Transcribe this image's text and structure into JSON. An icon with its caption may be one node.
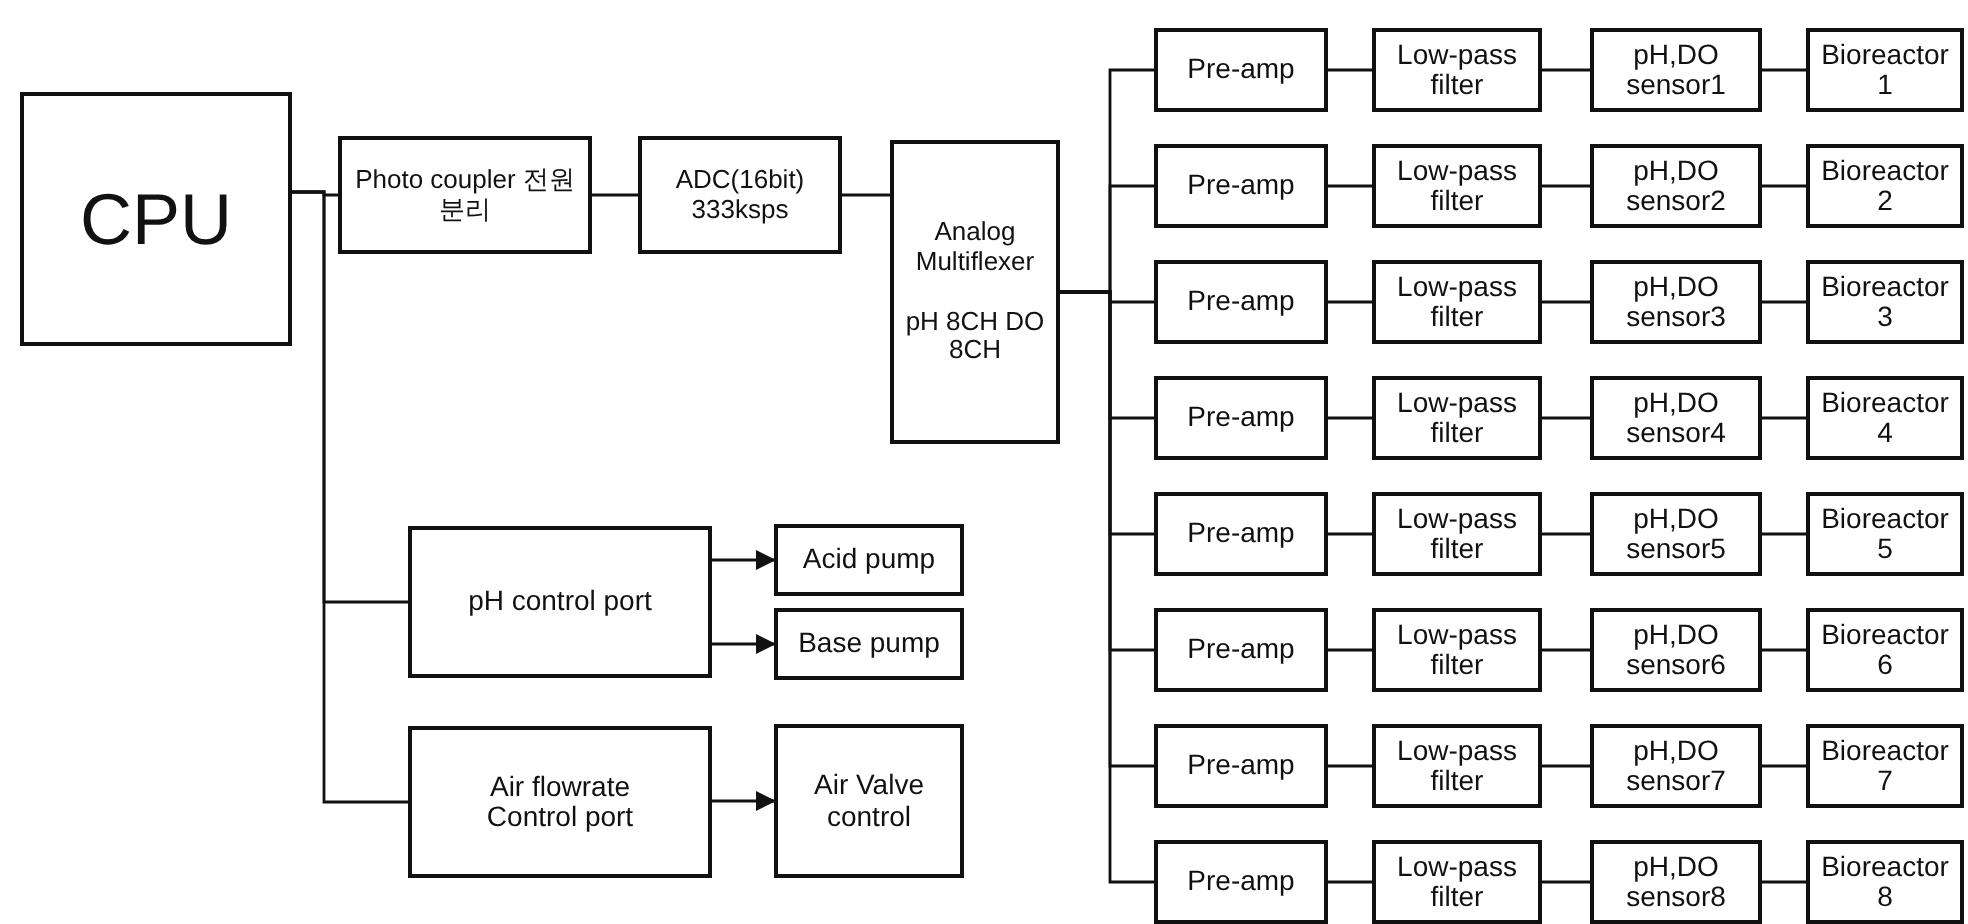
{
  "diagram": {
    "nodes": [
      {
        "text": [
          "CPU"
        ]
      },
      {
        "text": [
          "Photo coupler 전원분리"
        ]
      },
      {
        "text": [
          "ADC(16bit) 333ksps"
        ]
      },
      {
        "text": [
          "Analog Multiflexer",
          "pH 8CH DO 8CH"
        ]
      },
      {
        "text": [
          "pH control port"
        ]
      },
      {
        "text": [
          "Acid pump"
        ]
      },
      {
        "text": [
          "Base pump"
        ]
      },
      {
        "text": [
          "Air flowrate Control port"
        ]
      },
      {
        "text": [
          "Air Valve control"
        ]
      },
      {
        "text": [
          "Pre-amp"
        ]
      },
      {
        "text": [
          "Low-pass filter"
        ]
      },
      {
        "text": [
          "pH,DO sensor1"
        ]
      },
      {
        "text": [
          "Bioreactor 1"
        ]
      },
      {
        "text": [
          "Pre-amp"
        ]
      },
      {
        "text": [
          "Low-pass filter"
        ]
      },
      {
        "text": [
          "pH,DO sensor2"
        ]
      },
      {
        "text": [
          "Bioreactor 2"
        ]
      },
      {
        "text": [
          "Pre-amp"
        ]
      },
      {
        "text": [
          "Low-pass filter"
        ]
      },
      {
        "text": [
          "pH,DO sensor3"
        ]
      },
      {
        "text": [
          "Bioreactor 3"
        ]
      },
      {
        "text": [
          "Pre-amp"
        ]
      },
      {
        "text": [
          "Low-pass filter"
        ]
      },
      {
        "text": [
          "pH,DO sensor4"
        ]
      },
      {
        "text": [
          "Bioreactor 4"
        ]
      },
      {
        "text": [
          "Pre-amp"
        ]
      },
      {
        "text": [
          "Low-pass filter"
        ]
      },
      {
        "text": [
          "pH,DO sensor5"
        ]
      },
      {
        "text": [
          "Bioreactor 5"
        ]
      },
      {
        "text": [
          "Pre-amp"
        ]
      },
      {
        "text": [
          "Low-pass filter"
        ]
      },
      {
        "text": [
          "pH,DO sensor6"
        ]
      },
      {
        "text": [
          "Bioreactor 6"
        ]
      },
      {
        "text": [
          "Pre-amp"
        ]
      },
      {
        "text": [
          "Low-pass filter"
        ]
      },
      {
        "text": [
          "pH,DO sensor7"
        ]
      },
      {
        "text": [
          "Bioreactor 7"
        ]
      },
      {
        "text": [
          "Pre-amp"
        ]
      },
      {
        "text": [
          "Low-pass filter"
        ]
      },
      {
        "text": [
          "pH,DO sensor8"
        ]
      },
      {
        "text": [
          "Bioreactor 8"
        ]
      }
    ],
    "edges": [
      {
        "from": 0,
        "to": 1,
        "arrow": "none"
      },
      {
        "from": 1,
        "to": 2,
        "arrow": "none"
      },
      {
        "from": 2,
        "to": 3,
        "arrow": "none"
      },
      {
        "from": 0,
        "to": 4,
        "arrow": "none"
      },
      {
        "from": 0,
        "to": 7,
        "arrow": "none"
      },
      {
        "from": 4,
        "to": 5,
        "arrow": "to"
      },
      {
        "from": 4,
        "to": 6,
        "arrow": "to"
      },
      {
        "from": 7,
        "to": 8,
        "arrow": "to"
      },
      {
        "from": 3,
        "to": 9,
        "arrow": "none"
      },
      {
        "from": 9,
        "to": 10,
        "arrow": "none"
      },
      {
        "from": 10,
        "to": 11,
        "arrow": "none"
      },
      {
        "from": 11,
        "to": 12,
        "arrow": "none"
      },
      {
        "from": 3,
        "to": 13,
        "arrow": "none"
      },
      {
        "from": 13,
        "to": 14,
        "arrow": "none"
      },
      {
        "from": 14,
        "to": 15,
        "arrow": "none"
      },
      {
        "from": 15,
        "to": 16,
        "arrow": "none"
      },
      {
        "from": 3,
        "to": 17,
        "arrow": "none"
      },
      {
        "from": 17,
        "to": 18,
        "arrow": "none"
      },
      {
        "from": 18,
        "to": 19,
        "arrow": "none"
      },
      {
        "from": 19,
        "to": 20,
        "arrow": "none"
      },
      {
        "from": 3,
        "to": 21,
        "arrow": "none"
      },
      {
        "from": 21,
        "to": 22,
        "arrow": "none"
      },
      {
        "from": 22,
        "to": 23,
        "arrow": "none"
      },
      {
        "from": 23,
        "to": 24,
        "arrow": "none"
      },
      {
        "from": 3,
        "to": 25,
        "arrow": "none"
      },
      {
        "from": 25,
        "to": 26,
        "arrow": "none"
      },
      {
        "from": 26,
        "to": 27,
        "arrow": "none"
      },
      {
        "from": 27,
        "to": 28,
        "arrow": "none"
      },
      {
        "from": 3,
        "to": 29,
        "arrow": "none"
      },
      {
        "from": 29,
        "to": 30,
        "arrow": "none"
      },
      {
        "from": 30,
        "to": 31,
        "arrow": "none"
      },
      {
        "from": 31,
        "to": 32,
        "arrow": "none"
      },
      {
        "from": 3,
        "to": 33,
        "arrow": "none"
      },
      {
        "from": 33,
        "to": 34,
        "arrow": "none"
      },
      {
        "from": 34,
        "to": 35,
        "arrow": "none"
      },
      {
        "from": 35,
        "to": 36,
        "arrow": "none"
      },
      {
        "from": 3,
        "to": 37,
        "arrow": "none"
      },
      {
        "from": 37,
        "to": 38,
        "arrow": "none"
      },
      {
        "from": 38,
        "to": 39,
        "arrow": "none"
      },
      {
        "from": 39,
        "to": 40,
        "arrow": "none"
      }
    ]
  }
}
